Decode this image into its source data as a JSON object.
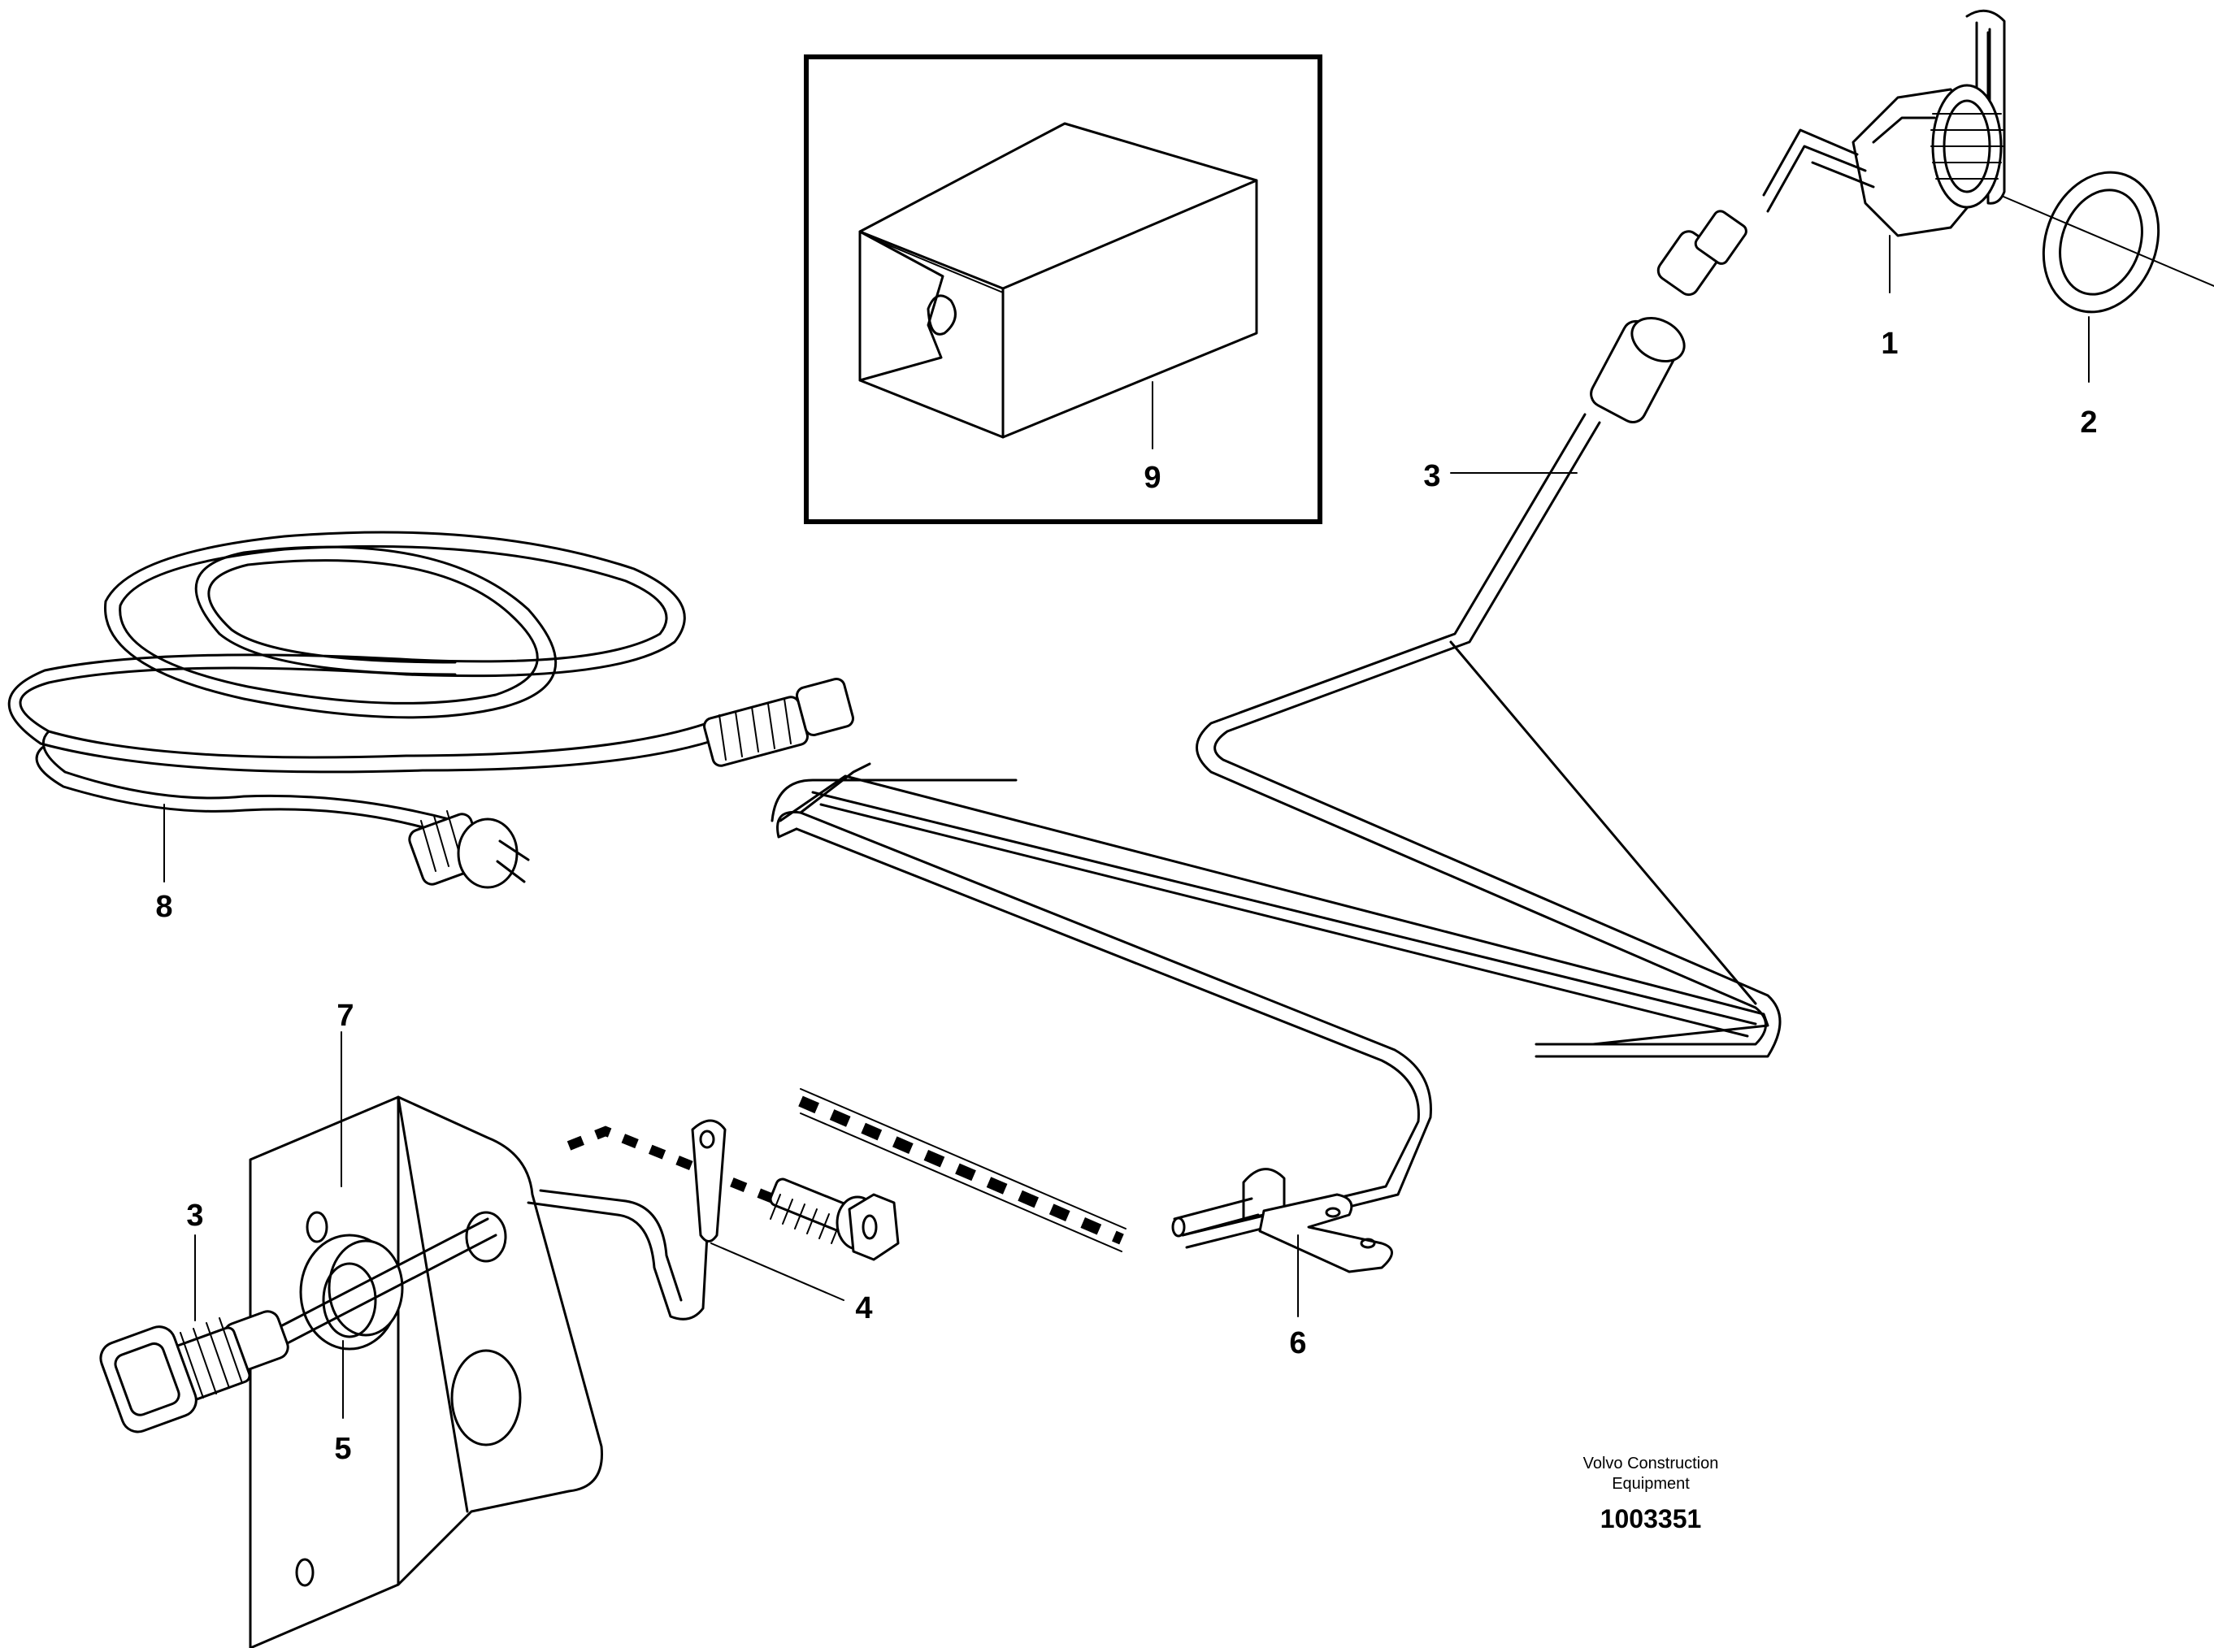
{
  "callouts": {
    "c1": "1",
    "c2": "2",
    "c3_top": "3",
    "c3_bottom": "3",
    "c4": "4",
    "c5": "5",
    "c6": "6",
    "c7": "7",
    "c8": "8",
    "c9": "9"
  },
  "footer": {
    "company_line1": "Volvo Construction",
    "company_line2": "Equipment",
    "drawing_number": "1003351"
  }
}
